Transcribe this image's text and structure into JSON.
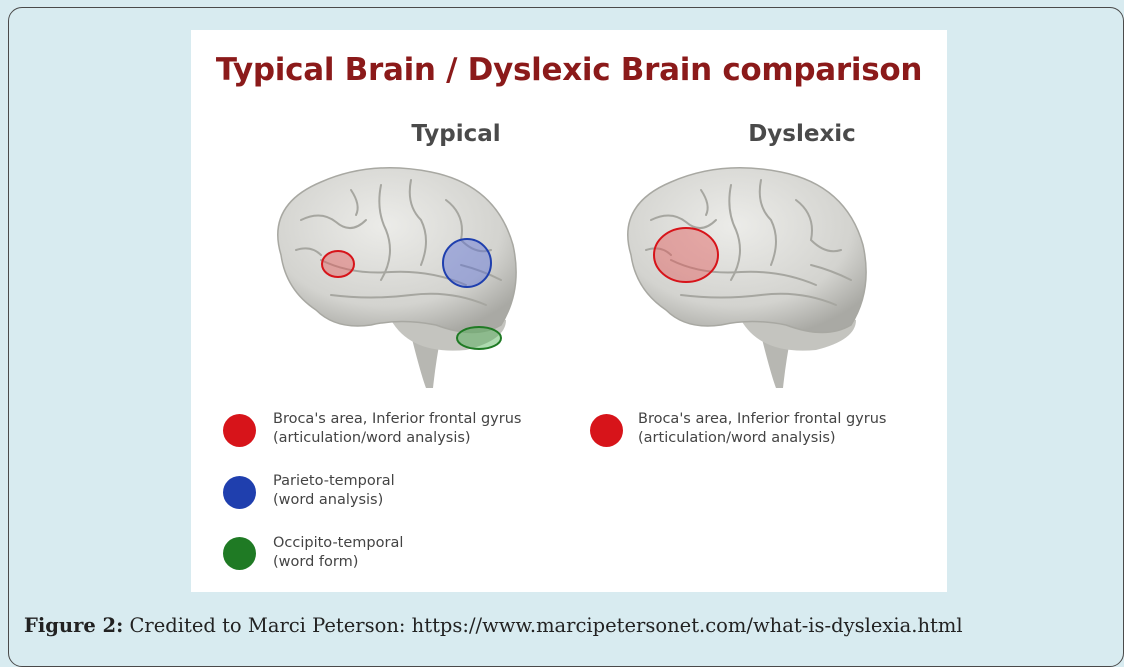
{
  "diagram": {
    "title": "Typical Brain / Dyslexic Brain comparison",
    "columns": {
      "typical": "Typical",
      "dyslexic": "Dyslexic"
    },
    "legend_typical": [
      {
        "line1": "Broca's area, Inferior frontal gyrus",
        "line2": "(articulation/word analysis)",
        "color": "#d7141a"
      },
      {
        "line1": "Parieto-temporal",
        "line2": "(word analysis)",
        "color": "#1f3fae"
      },
      {
        "line1": "Occipito-temporal",
        "line2": "(word form)",
        "color": "#1f7a24"
      }
    ],
    "legend_dyslexic": [
      {
        "line1": "Broca's area, Inferior frontal gyrus",
        "line2": "(articulation/word analysis)",
        "color": "#d7141a"
      }
    ]
  },
  "caption": {
    "label": "Figure 2:",
    "text": "Credited to Marci Peterson: https://www.marcipetersonet.com/what-is-dyslexia.html"
  },
  "colors": {
    "title": "#8b1a1a",
    "background": "#d8ebf0",
    "brain": "#d9d9d6"
  }
}
